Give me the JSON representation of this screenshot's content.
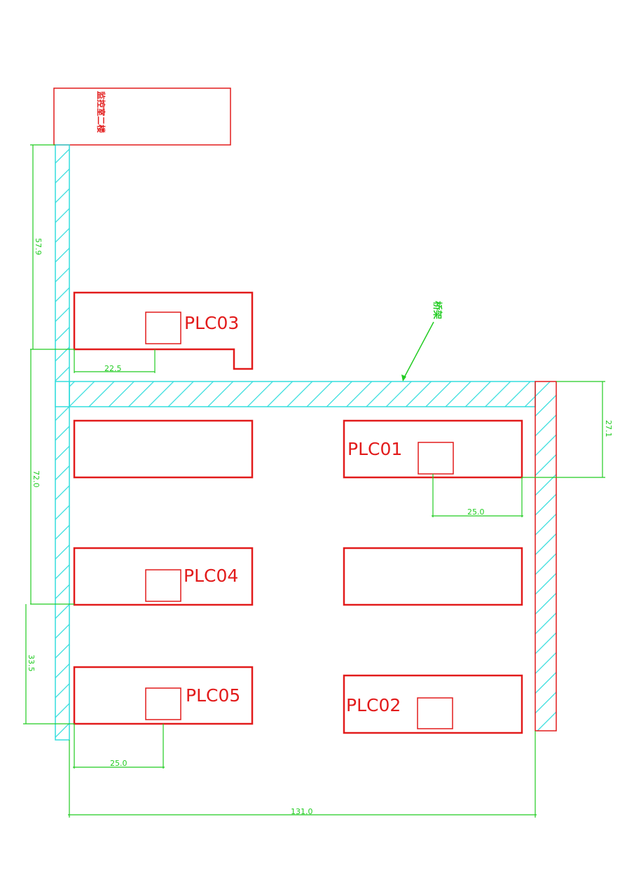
{
  "colors": {
    "cabinet": "#e21b1b",
    "tray": "#33dddd",
    "dimension": "#22cc22"
  },
  "room_label": "监控室二楼",
  "tray_label": "桥架",
  "plc_labels": {
    "plc03": "PLC03",
    "plc01": "PLC01",
    "plc04": "PLC04",
    "plc05": "PLC05",
    "plc02": "PLC02"
  },
  "dimensions": {
    "d579": "57.9",
    "d225": "22.5",
    "d720": "72.0",
    "d271": "27.1",
    "d250_right": "25.0",
    "d335": "33.5",
    "d250_left": "25.0",
    "d1310": "131.0"
  }
}
